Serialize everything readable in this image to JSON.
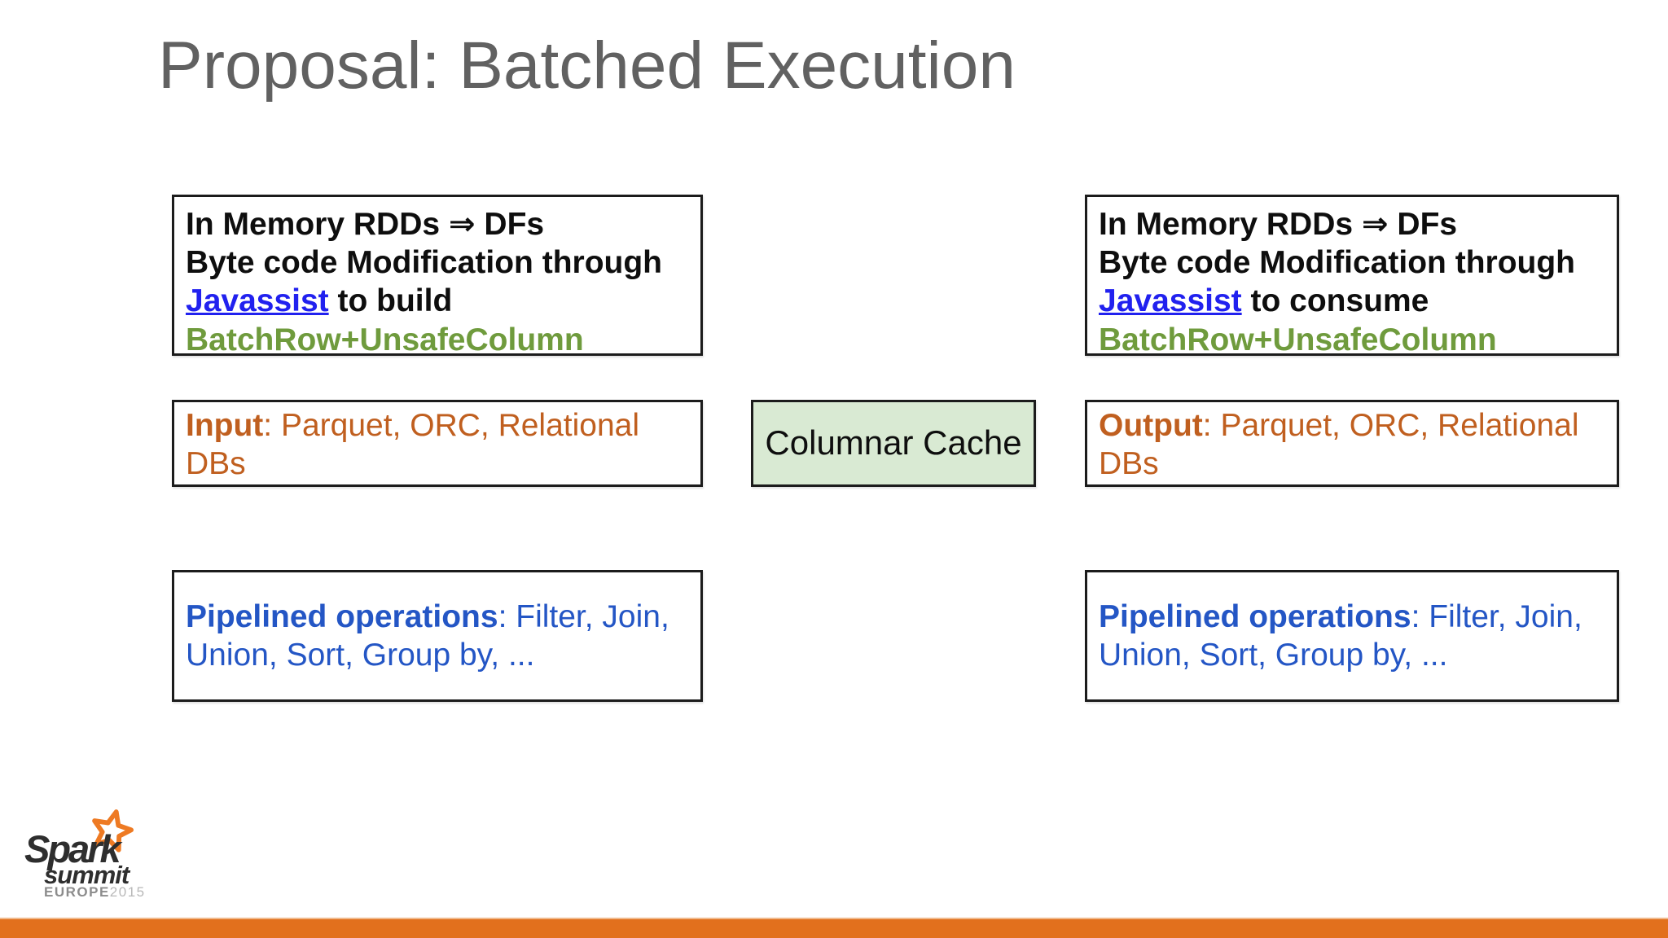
{
  "colors": {
    "title": "#616161",
    "text": "#0e0e0e",
    "border": "#1c1c1c",
    "link": "#2121ef",
    "blue": "#2456c5",
    "green": "#6f9b3d",
    "orange": "#c05f1f",
    "cache_fill": "#d9ead3",
    "bar": "#e2701d",
    "star": "#ee7a23",
    "logo_dark": "#2e2e2e",
    "logo_gray": "#8c8c8c",
    "logo_light": "#b8b8b8"
  },
  "title": "Proposal: Batched Execution",
  "left_top_box": {
    "line1": "In Memory RDDs ⇒ DFs",
    "line2": "Byte code Modification through",
    "link_text": "Javassist",
    "line3_rest": " to build",
    "line4": "BatchRow+UnsafeColumn"
  },
  "right_top_box": {
    "line1": "In Memory RDDs ⇒ DFs",
    "line2": "Byte code Modification through",
    "link_text": "Javassist",
    "line3_rest": " to consume",
    "line4": "BatchRow+UnsafeColumn"
  },
  "input_box": {
    "label": "Input",
    "rest": ": Parquet, ORC, Relational DBs"
  },
  "cache_box": {
    "label": "Columnar Cache"
  },
  "output_box": {
    "label": "Output",
    "rest": ": Parquet, ORC, Relational DBs"
  },
  "left_pipeline_box": {
    "label": "Pipelined operations",
    "rest": ": Filter, Join, Union, Sort, Group by, ..."
  },
  "right_pipeline_box": {
    "label": "Pipelined operations",
    "rest": ": Filter, Join, Union, Sort, Group by, ..."
  },
  "logo": {
    "name": "Spark",
    "sub": "summit",
    "region": "EUROPE",
    "year": "2015"
  }
}
